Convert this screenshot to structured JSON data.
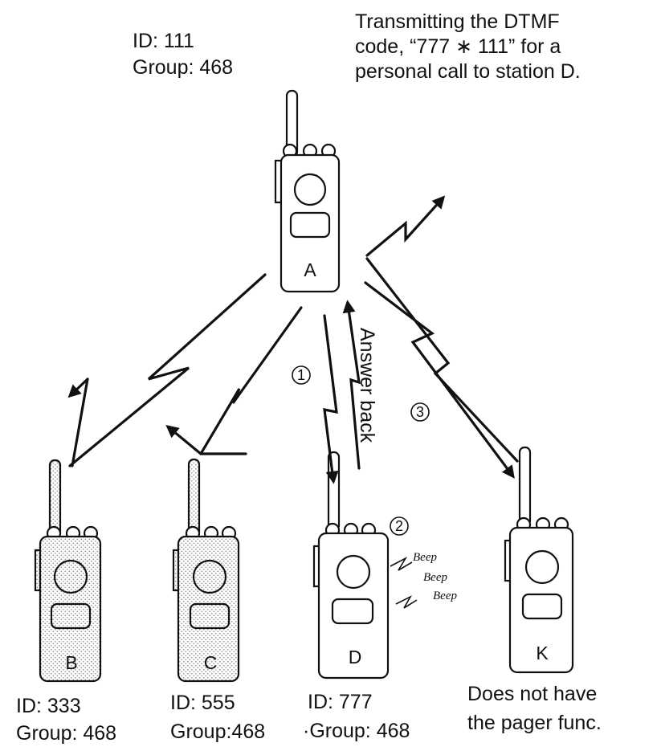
{
  "caption": {
    "line1": "Transmitting the DTMF",
    "line2": "code, “777 ∗ 111” for a",
    "line3": "personal call to station D."
  },
  "stations": {
    "a": {
      "letter": "A",
      "id": "ID: 111",
      "group": "Group: 468"
    },
    "b": {
      "letter": "B",
      "id": "ID: 333",
      "group": "Group: 468"
    },
    "c": {
      "letter": "C",
      "id": "ID: 555",
      "group": "Group:468"
    },
    "d": {
      "letter": "D",
      "id": "ID: 777",
      "group": "·Group: 468"
    },
    "k": {
      "letter": "K",
      "line1": "Does not have",
      "line2": "the pager func."
    }
  },
  "steps": {
    "one": "1",
    "two": "2",
    "three": "3"
  },
  "answer_back": "Answer back",
  "beeps": [
    "Beep",
    "Beep",
    "Beep"
  ],
  "colors": {
    "ink": "#111111",
    "paper": "#ffffff",
    "stipple": "#9a9a9a"
  }
}
